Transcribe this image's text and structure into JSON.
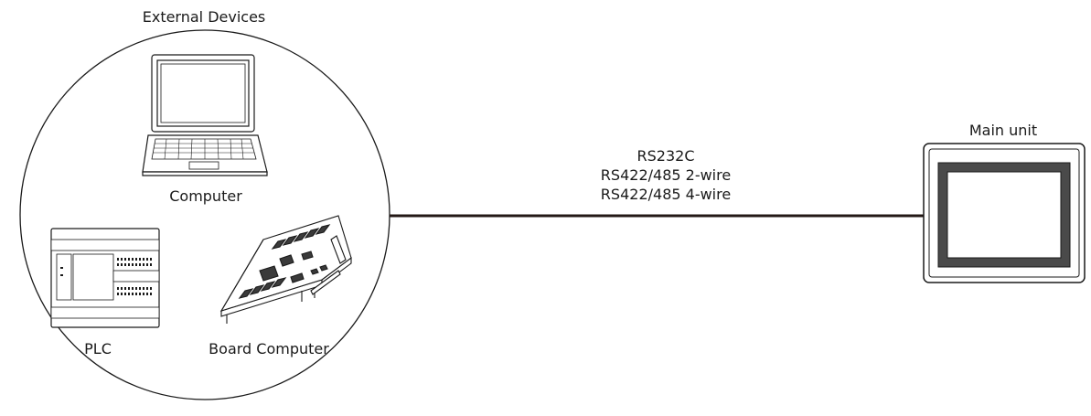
{
  "diagram": {
    "group_title": "External Devices",
    "devices": [
      {
        "id": "computer",
        "label": "Computer"
      },
      {
        "id": "plc",
        "label": "PLC"
      },
      {
        "id": "board",
        "label": "Board Computer"
      }
    ],
    "connection": {
      "lines": [
        "RS232C",
        "RS422/485 2-wire",
        "RS422/485 4-wire"
      ]
    },
    "main_unit": {
      "label": "Main unit"
    }
  },
  "icons": {
    "computer": "laptop-icon",
    "plc": "plc-icon",
    "board": "circuit-board-icon",
    "main_unit": "touch-panel-icon"
  }
}
